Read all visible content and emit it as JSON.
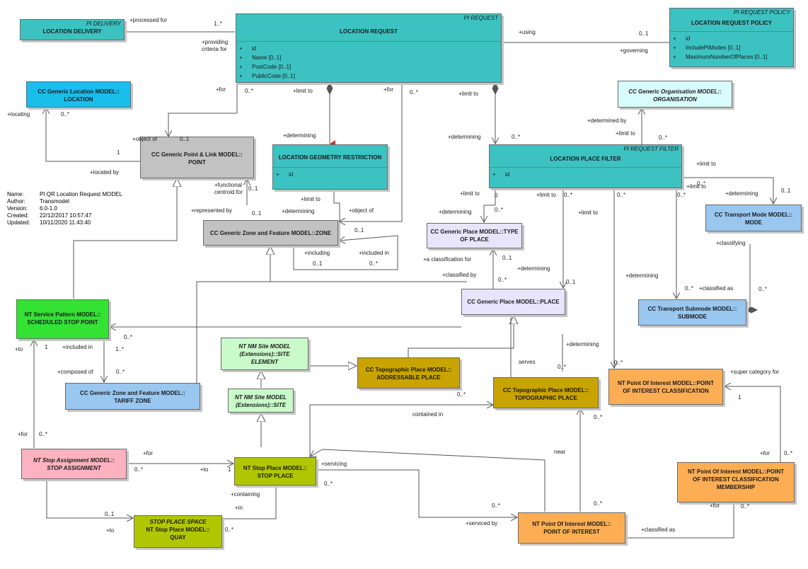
{
  "meta": [
    {
      "k": "Name:",
      "v": "PI QR Location Request MODEL"
    },
    {
      "k": "Author:",
      "v": "Transmodel"
    },
    {
      "k": "Version:",
      "v": "6.0-1.0"
    },
    {
      "k": "Created:",
      "v": "22/12/2017 10:57:47"
    },
    {
      "k": "Updated:",
      "v": "10/11/2020 11:43:40"
    }
  ],
  "nodes": {
    "location_delivery": {
      "stereotype": "PI DELIVERY",
      "title": "LOCATION DELIVERY"
    },
    "location_request": {
      "stereotype": "PI REQUEST",
      "title": "LOCATION REQUEST",
      "attrs": [
        "id",
        "Name [0..1]",
        "PostCode [0..1]",
        "PublicCode [0..1]"
      ]
    },
    "location_request_policy": {
      "stereotype": "PI REQUEST POLICY",
      "title": "LOCATION REQUEST POLICY",
      "attrs": [
        "id",
        "IncludePtModes [0..1]",
        "MaximumNumberOfPlaces [0..1]"
      ]
    },
    "location": {
      "title": "CC Generic Location MODEL::\nLOCATION"
    },
    "point": {
      "title": "CC Generic Point & Link MODEL::\nPOINT"
    },
    "geometry_restriction": {
      "title": "LOCATION GEOMETRY RESTRICTION",
      "attrs": [
        "id"
      ]
    },
    "organisation": {
      "title": "CC Generic Organisation MODEL::\nORGANISATION"
    },
    "place_filter": {
      "stereotype": "PI REQUEST FILTER",
      "title": "LOCATION PLACE FILTER",
      "attrs": [
        "id"
      ]
    },
    "zone": {
      "title": "CC Generic Zone and Feature MODEL::ZONE"
    },
    "type_of_place": {
      "title": "CC Generic Place MODEL::TYPE\nOF PLACE"
    },
    "transport_mode": {
      "title": "CC Transport Mode MODEL::\nMODE"
    },
    "place": {
      "title": "CC Generic Place MODEL::PLACE"
    },
    "transport_submode": {
      "title": "CC Transport Submode MODEL::\nSUBMODE"
    },
    "scheduled_stop_point": {
      "title": "NT Service Pattern MODEL::\nSCHEDULED STOP POINT"
    },
    "site_element": {
      "title": "NT NM Site MODEL\n(Extensions)::SITE\nELEMENT"
    },
    "addressable_place": {
      "title": "CC Topographic Place MODEL::\nADDRESSABLE PLACE"
    },
    "site": {
      "title": "NT NM Site MODEL\n(Extensions)::SITE"
    },
    "tariff_zone": {
      "title": "CC Generic Zone and Feature MODEL::\nTARIFF ZONE"
    },
    "topographic_place": {
      "title": "CC Topographic Place MODEL::\nTOPOGRAPHIC PLACE"
    },
    "poi_classification": {
      "title": "NT Point Of Interest MODEL::POINT\nOF INTEREST CLASSIFICATION"
    },
    "stop_assignment": {
      "title": "NT Stop Assignment MODEL::\nSTOP ASSIGNMENT"
    },
    "stop_place": {
      "title": "NT Stop Place MODEL::\nSTOP PLACE"
    },
    "poi_classification_membership": {
      "title": "NT Point Of Interest MODEL::POINT\nOF INTEREST CLASSIFICATION\nMEMBERSHIP"
    },
    "quay": {
      "stereotype": "STOP PLACE SPACE",
      "title": "NT Stop Place MODEL::\nQUAY"
    },
    "point_of_interest": {
      "title": "NT Point Of Interest MODEL::\nPOINT OF INTEREST"
    }
  },
  "labels": [
    "+processed for",
    "1..*",
    "+providing\ncriteria for",
    "+using",
    "0..1",
    "+governing",
    "+for",
    "0..*",
    "+limit to",
    "+for",
    "0..*",
    "+limit to",
    "+locating",
    "0..*",
    "+object of",
    "0..1",
    "1",
    "+located by",
    "+determining",
    "+determining",
    "0..*",
    "+determined by",
    "+limit to",
    "0..*",
    "+limit to",
    "+functional\ncentroid for",
    "0..1",
    "+represented by",
    "0..1",
    "+limit to",
    "+determining",
    "+object of",
    "0..1",
    "+limit to",
    "0",
    "+limit to",
    "0..*",
    "+limit to",
    "0..*",
    "0..*",
    "+limit to",
    "0..*",
    "+determining",
    "0..*",
    "+determining",
    "0..1",
    "+including",
    "0..1",
    "+included in",
    "0..*",
    "+a classification for",
    "0..1",
    "+determining",
    "+classified by",
    "0..*",
    "0..1",
    "+classifying",
    "+determining",
    "0..*",
    "+classified as",
    "0..*",
    "0..*",
    "+to",
    "1",
    "+included in",
    "1..*",
    "+composed of",
    "0..*",
    "+determining",
    "serves",
    "0..*",
    "0..*",
    "contained in",
    "0..*",
    "0..*",
    "+super category for",
    "1",
    "+for",
    "0..*",
    "+for",
    "0..*",
    "+to",
    "1",
    "+servicing",
    "0..*",
    "near",
    "+for",
    "0..*",
    "+for",
    "0..*",
    "+containing",
    "+in",
    "0..1",
    "+to",
    "0..*",
    "+serviced by",
    "0..*",
    "0..*",
    "+classified as"
  ],
  "colors": {
    "line": "#555555",
    "composite": "#555555",
    "arrowhead_red": "#c0392b"
  }
}
